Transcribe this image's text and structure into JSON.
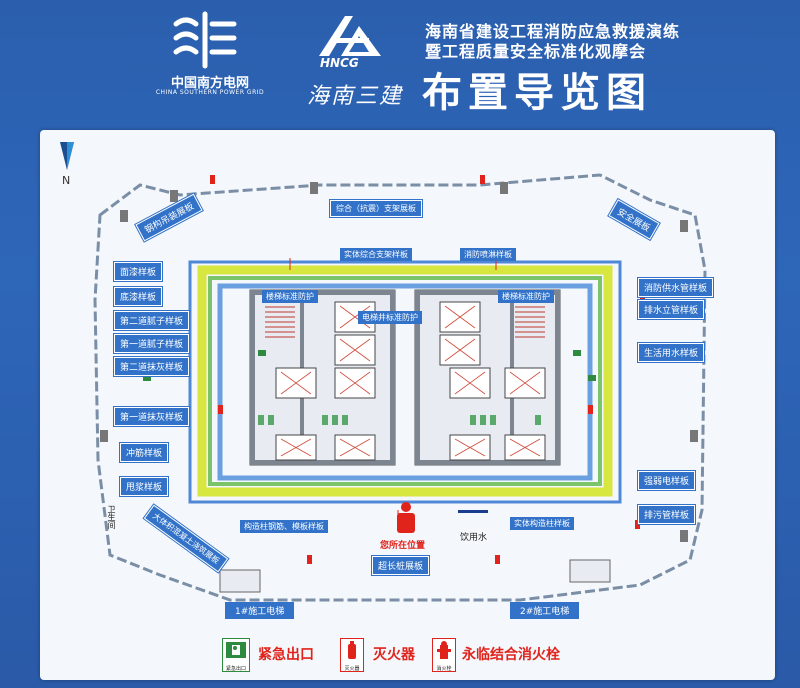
{
  "header": {
    "csg_name": "中国南方电网",
    "csg_en": "CHINA SOUTHERN POWER GRID",
    "hncg_en": "HNCG",
    "hncg_cn": "海南三建",
    "title_line1": "海南省建设工程消防应急救援演练",
    "title_line2": "暨工程质量安全标准化观摩会",
    "title_main": "布置导览图"
  },
  "board": {
    "north": "N",
    "top_label": "综合（抗震）支架展板",
    "corner_tl": "钢构吊装展板",
    "corner_tr": "安全展板",
    "corner_bl": "大体积混凝土浇筑展板",
    "left_labels": [
      "面漆样板",
      "底漆样板",
      "第二道腻子样板",
      "第一道腻子样板",
      "第二道抹灰样板",
      "第一道抹灰样板",
      "冲筋样板",
      "甩浆样板"
    ],
    "right_labels": [
      "消防供水管样板",
      "排水立管样板",
      "生活用水样板",
      "强弱电样板",
      "排污管样板"
    ],
    "inner_top_left": "实体综合支架样板",
    "inner_top_right": "消防喷淋样板",
    "stair_left": "楼梯标准防护",
    "stair_right": "楼梯标准防护",
    "shaft": "电梯井标准防护",
    "bottom_inner_left": "构造柱钢筋、模板样板",
    "bottom_inner_right": "实体构造柱样板",
    "bottom_long": "超长桩展板",
    "here": "您所在位置",
    "water": "饮用水",
    "toilet": "卫生间",
    "elevator1": "1#施工电梯",
    "elevator2": "2#施工电梯"
  },
  "legend": {
    "exit": "紧急出口",
    "extinguisher": "灭火器",
    "hydrant": "永临结合消火栓",
    "exit_sub": "紧急出口",
    "ext_sub": "灭火器",
    "hyd_sub": "消火栓"
  },
  "colors": {
    "background": "#2e66b8",
    "label": "#3272c8",
    "accent_red": "#e0231b",
    "safety_yellow": "#d8e640",
    "safety_green": "#7cc46a"
  }
}
